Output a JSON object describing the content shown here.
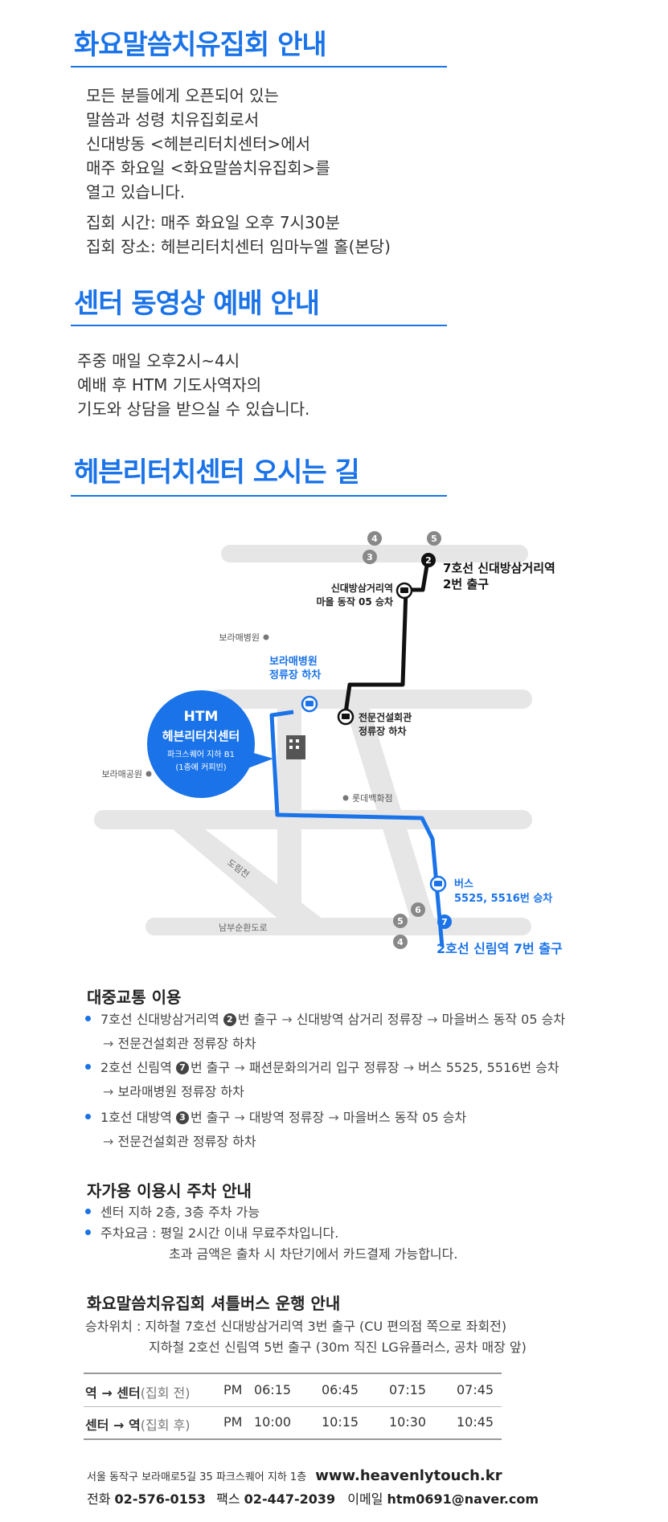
{
  "section1": {
    "title": "화요말씀치유집회 안내",
    "lines": [
      "모든 분들에게 오픈되어 있는",
      "말씀과 성령 치유집회로서",
      "신대방동 <헤븐리터치센터>에서",
      "매주 화요일 <화요말씀치유집회>를",
      "열고 있습니다."
    ],
    "time": "집회 시간: 매주 화요일 오후 7시30분",
    "place": "집회 장소: 헤븐리터치센터 임마누엘 홀(본당)"
  },
  "section2": {
    "title": "센터 동영상 예배 안내",
    "lines": [
      "주중 매일 오후2시~4시",
      "예배 후 HTM 기도사역자의",
      "기도와 상담을 받으실 수 있습니다."
    ]
  },
  "section3": {
    "title": "헤븐리터치센터 오시는 길"
  },
  "map": {
    "station7": "7호선 신대방삼거리역",
    "station7_exit": "2번 출구",
    "bus_stop1_a": "신대방삼거리역",
    "bus_stop1_b": "마을 동작 05 승차",
    "hospital": "보라매병원",
    "hospital_stop_a": "보라매병원",
    "hospital_stop_b": "정류장 하차",
    "stop2_a": "전문건설회관",
    "stop2_b": "정류장 하차",
    "htm_title": "HTM",
    "htm_name": "헤븐리터치센터",
    "htm_addr": "파크스퀘어 지하 B1",
    "htm_note": "(1층에 커피빈)",
    "park": "보라매공원",
    "dept": "롯데백화점",
    "road1": "도림천",
    "road2": "남부순환도로",
    "bus_a": "버스",
    "bus_b": "5525, 5516번 승차",
    "station2": "2호선 신림역 7번 출구",
    "exit_nums": [
      "4",
      "5",
      "3",
      "2",
      "6",
      "5",
      "4",
      "7"
    ]
  },
  "transit": {
    "title": "대중교통 이용",
    "items": [
      {
        "a": "7호선 신대방삼거리역",
        "num": "2",
        "b": "번 출구",
        "c": "신대방역 삼거리 정류장",
        "d": "마을버스 동작 05 승차",
        "e": "전문건설회관 정류장 하차"
      },
      {
        "a": "2호선 신림역",
        "num": "7",
        "b": "번 출구",
        "c": "패션문화의거리 입구 정류장",
        "d": "버스 5525, 5516번 승차",
        "e": "보라매병원 정류장 하차"
      },
      {
        "a": "1호선 대방역",
        "num": "3",
        "b": "번 출구",
        "c": "대방역 정류장",
        "d": "마을버스 동작 05 승차",
        "e": "전문건설회관 정류장 하차"
      }
    ]
  },
  "parking": {
    "title": "자가용 이용시 주차 안내",
    "line1": "센터 지하 2층, 3층 주차 가능",
    "line2": "주차요금 : 평일 2시간 이내 무료주차입니다.",
    "line3": "초과 금액은 출차 시 차단기에서 카드결제 가능합니다."
  },
  "shuttle": {
    "title": "화요말씀치유집회 셔틀버스 운행 안내",
    "loc1": "승차위치 : 지하철 7호선 신대방삼거리역 3번 출구 (CU 편의점 쪽으로 좌회전)",
    "loc2": "지하철 2호선 신림역 5번 출구 (30m 직진 LG유플러스, 공차 매장 앞)",
    "rows": [
      {
        "from": "역",
        "to": "센터",
        "note": "(집회 전)",
        "pm": "PM",
        "times": [
          "06:15",
          "06:45",
          "07:15",
          "07:45"
        ]
      },
      {
        "from": "센터",
        "to": "역",
        "note": "(집회 후)",
        "pm": "PM",
        "times": [
          "10:00",
          "10:15",
          "10:30",
          "10:45"
        ]
      }
    ]
  },
  "footer": {
    "address": "서울 동작구 보라매로5길 35 파크스퀘어 지하 1층",
    "website": "www.heavenlytouch.kr",
    "phone_label": "전화",
    "phone": "02-576-0153",
    "fax_label": "팩스",
    "fax": "02-447-2039",
    "email_label": "이메일",
    "email": "htm0691@naver.com"
  },
  "colors": {
    "accent": "#1a73e8",
    "road": "#e6e6e6",
    "route_black": "#111111"
  }
}
